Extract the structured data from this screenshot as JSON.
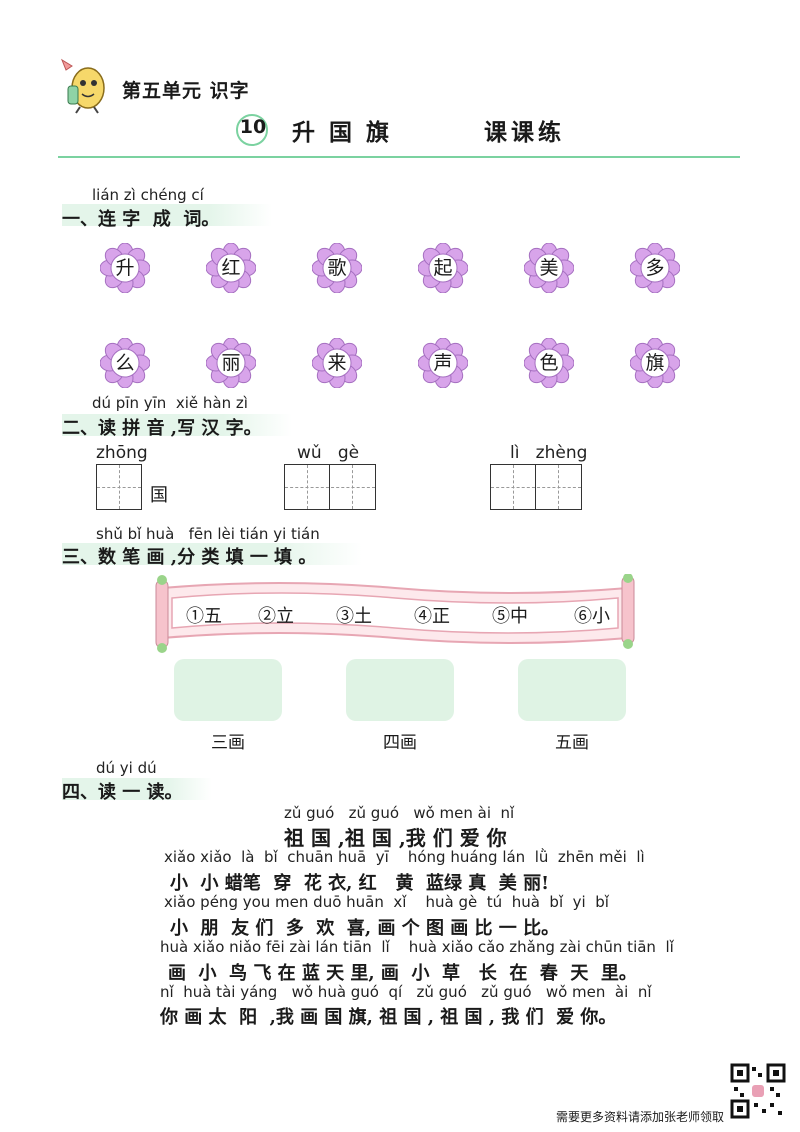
{
  "header": {
    "unit": "第五单元   识字",
    "lesson_number": "10",
    "lesson_title": "升国旗",
    "practice": "课课练"
  },
  "section1": {
    "pinyin": "lián zì chéng cí",
    "title": "一、连 字  成  词。",
    "top_chars": [
      "升",
      "红",
      "歌",
      "起",
      "美",
      "多"
    ],
    "bottom_chars": [
      "么",
      "丽",
      "来",
      "声",
      "色",
      "旗"
    ]
  },
  "section2": {
    "pinyin": "dú pīn yīn  xiě hàn zì",
    "title": "二、读 拼 音 ,写 汉 字。",
    "items": [
      {
        "pinyin": "zhōng",
        "suffix": "国"
      },
      {
        "pinyin": "wǔ   gè",
        "suffix": ""
      },
      {
        "pinyin": "lì   zhèng",
        "suffix": ""
      }
    ]
  },
  "section3": {
    "pinyin": "shǔ bǐ huà   fēn lèi tián yi tián",
    "title": "三、数 笔 画 ,分 类 填 一 填 。",
    "scroll_items": [
      "①五",
      "②立",
      "③土",
      "④正",
      "⑤中",
      "⑥小"
    ],
    "boxes": [
      "三画",
      "四画",
      "五画"
    ]
  },
  "section4": {
    "pinyin": "dú yi dú",
    "title": "四、读 一 读。",
    "poem": [
      {
        "pinyin": "zǔ guó   zǔ guó   wǒ men ài  nǐ",
        "text": "祖 国 ,祖 国 ,我 们 爱 你"
      },
      {
        "pinyin": "xiǎo xiǎo  là  bǐ  chuān huā  yī    hóng huáng lán  lǜ  zhēn měi  lì",
        "text": "小  小 蜡笔  穿  花 衣, 红   黄  蓝绿 真  美 丽!"
      },
      {
        "pinyin": "xiǎo péng you men duō huān  xǐ    huà gè  tú  huà  bǐ  yi  bǐ",
        "text": "小  朋  友 们  多  欢  喜, 画 个 图 画 比 一 比。"
      },
      {
        "pinyin": "huà xiǎo niǎo fēi zài lán tiān  lǐ    huà xiǎo cǎo zhǎng zài chūn tiān  lǐ",
        "text": "画  小  鸟 飞 在 蓝 天 里, 画  小  草   长  在  春  天  里。"
      },
      {
        "pinyin": "nǐ  huà tài yáng   wǒ huà guó  qí   zǔ guó   zǔ guó   wǒ men  ài  nǐ",
        "text": "你 画 太  阳  ,我 画 国 旗, 祖 国 , 祖 国 , 我 们  爱 你。"
      }
    ]
  },
  "footer": {
    "text": "需要更多资料请添加张老师领取"
  },
  "colors": {
    "accent": "#7bd2a0",
    "flower": "#d8a4ea",
    "scroll": "#f6c3cc",
    "box": "#dff3e4"
  },
  "icons": [
    "mascot-icon",
    "flower-icon",
    "scroll-banner-icon",
    "qr-code-icon"
  ]
}
